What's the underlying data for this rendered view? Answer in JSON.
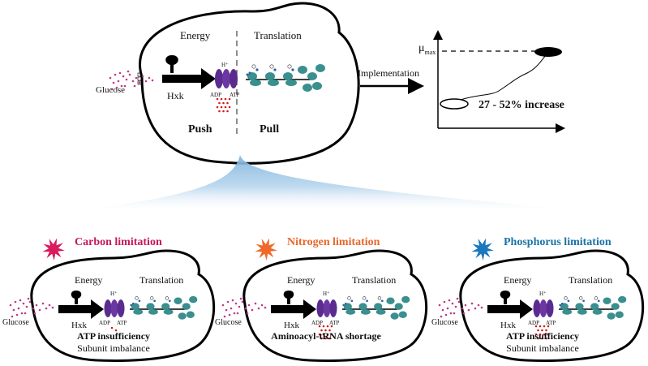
{
  "top_cell": {
    "energy_label": "Energy",
    "translation_label": "Translation",
    "glucose_label": "Glucose",
    "hxk_label": "Hxk",
    "proton_label": "H⁺",
    "adp_label": "ADP",
    "atp_label": "ATP",
    "push_label": "Push",
    "pull_label": "Pull"
  },
  "implementation_label": "Implementation",
  "growth_plot": {
    "mu_symbol": "μ",
    "mu_subscript": "max",
    "increase_label": "27 - 52% increase"
  },
  "limitations": [
    {
      "title": "Carbon limitation",
      "title_color": "#c5175b",
      "star_color": "#d81b5c",
      "energy_label": "Energy",
      "translation_label": "Translation",
      "glucose_label": "Glucose",
      "hxk_label": "Hxk",
      "proton_label": "H⁺",
      "adp_label": "ADP",
      "atp_label": "ATP",
      "effect_primary": "ATP insufficiency",
      "effect_secondary": "Subunit imbalance"
    },
    {
      "title": "Nitrogen limitation",
      "title_color": "#e8672a",
      "star_color": "#ef6a2a",
      "energy_label": "Energy",
      "translation_label": "Translation",
      "glucose_label": "Glucose",
      "hxk_label": "Hxk",
      "proton_label": "H⁺",
      "adp_label": "ADP",
      "atp_label": "ATP",
      "effect_primary": "Aminoacyl-tRNA shortage",
      "effect_secondary": ""
    },
    {
      "title": "Phosphorus limitation",
      "title_color": "#1b73a8",
      "star_color": "#1c78bd",
      "energy_label": "Energy",
      "translation_label": "Translation",
      "glucose_label": "Glucose",
      "hxk_label": "Hxk",
      "proton_label": "H⁺",
      "adp_label": "ADP",
      "atp_label": "ATP",
      "effect_primary": "ATP insufficiency",
      "effect_secondary": "Subunit imbalance"
    }
  ],
  "colors": {
    "atp_synthase": "#5b2c8f",
    "ribosome": "#3a8f8f",
    "glucose_dots": "#c0398d",
    "atp_dots": "#cc2020",
    "fan_gradient": "#7fb3dd"
  }
}
